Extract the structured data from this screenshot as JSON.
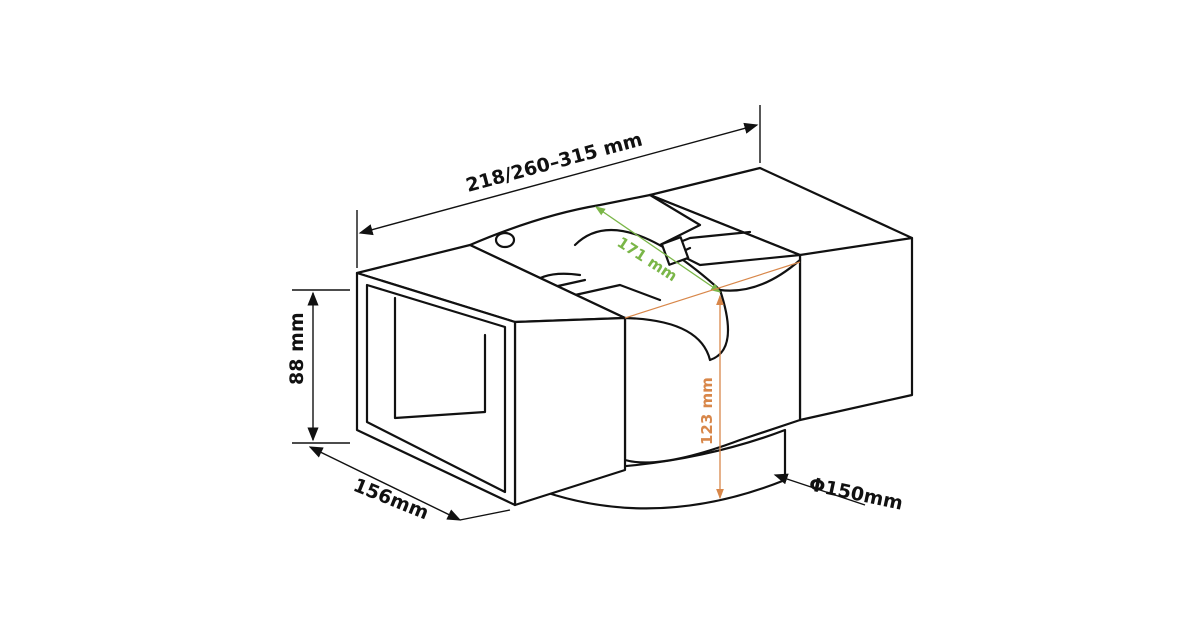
{
  "labels": {
    "length": "218/260–315 mm",
    "curve": "171 mm",
    "height_outlet": "123 mm",
    "height": "88 mm",
    "width": "156mm",
    "diameter": "Φ150mm"
  },
  "colors": {
    "line": "#111111",
    "green": "#7ab648",
    "orange": "#d8874a"
  }
}
